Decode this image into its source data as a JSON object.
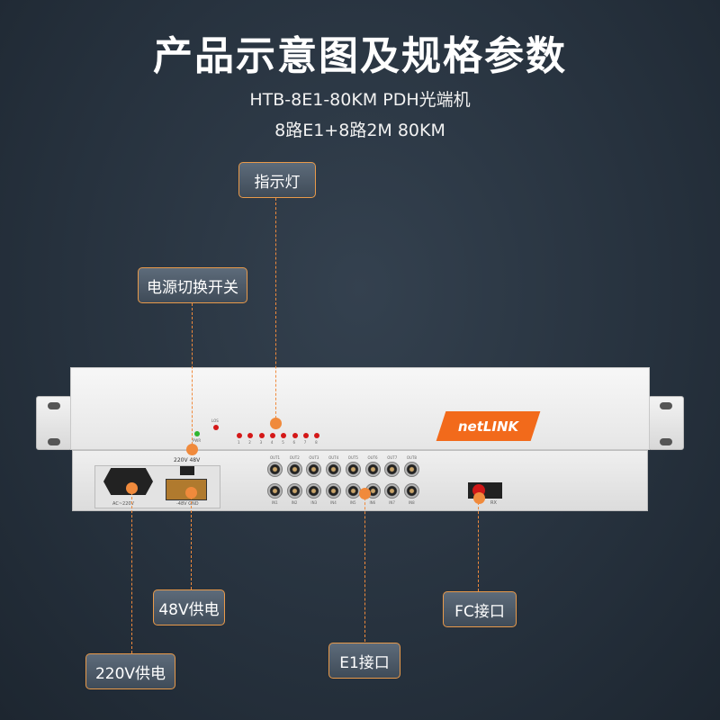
{
  "title": "产品示意图及规格参数",
  "subtitle_line1": "HTB-8E1-80KM PDH光端机",
  "subtitle_line2": "8路E1+8路2M 80KM",
  "callouts": {
    "indicator": "指示灯",
    "power_switch": "电源切换开关",
    "power_48v": "48V供电",
    "power_220v": "220V供电",
    "e1_port": "E1接口",
    "fc_port": "FC接口"
  },
  "device": {
    "brand": "netLINK",
    "led_labels": {
      "pwr": "PWR",
      "los": "LOS",
      "channels": [
        "1",
        "2",
        "3",
        "4",
        "5",
        "6",
        "7",
        "8"
      ]
    },
    "switch_label": "220V  48V",
    "ac_label": "AC~220V",
    "dc_label": "-48V GND",
    "out_labels": [
      "OUT1",
      "OUT2",
      "OUT3",
      "OUT4",
      "OUT5",
      "OUT6",
      "OUT7",
      "OUT8"
    ],
    "in_labels": [
      "IN1",
      "IN2",
      "IN3",
      "IN4",
      "IN5",
      "IN6",
      "IN7",
      "IN8"
    ],
    "rx_label": "RX"
  },
  "colors": {
    "accent": "#f08a3c",
    "brand": "#f26a1b"
  }
}
